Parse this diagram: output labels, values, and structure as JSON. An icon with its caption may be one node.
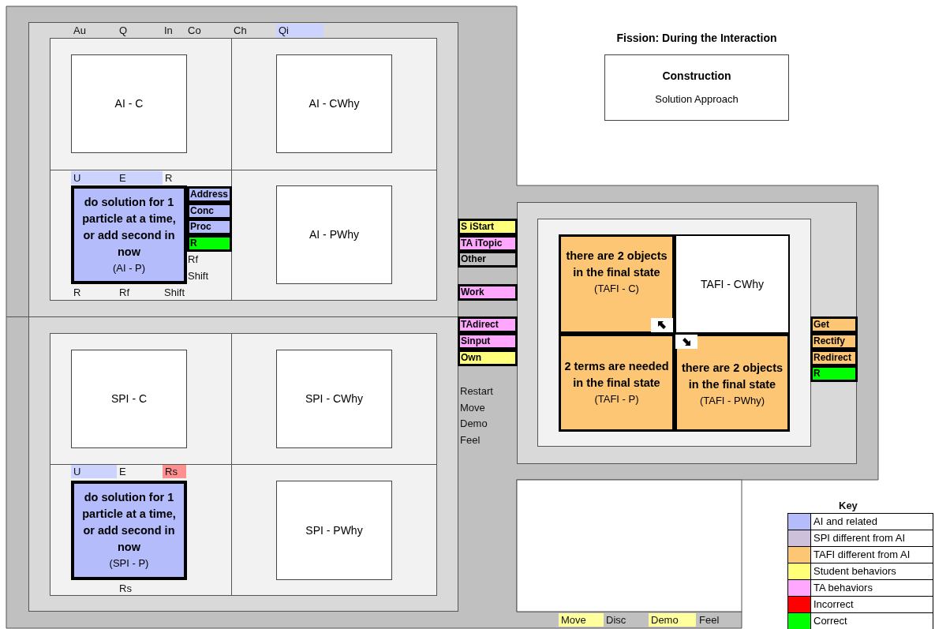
{
  "diagram": {
    "title": "Fission: During the Interaction",
    "nodes": [
      {
        "text": [
          "Construction",
          "Solution Approach"
        ]
      },
      {
        "text": [
          "AI - C"
        ]
      },
      {
        "text": [
          "AI - CWhy"
        ]
      },
      {
        "text": [
          "do solution for 1 particle at a time, or add second in now",
          "(AI - P)"
        ]
      },
      {
        "text": [
          "Address"
        ]
      },
      {
        "text": [
          "Conc"
        ]
      },
      {
        "text": [
          "Proc"
        ]
      },
      {
        "text": [
          "R"
        ]
      },
      {
        "text": [
          "AI - PWhy"
        ]
      },
      {
        "text": [
          "SPI - C"
        ]
      },
      {
        "text": [
          "SPI - CWhy"
        ]
      },
      {
        "text": [
          "do solution for 1 particle at a time, or add second in now",
          "(SPI - P)"
        ]
      },
      {
        "text": [
          "SPI - PWhy"
        ]
      },
      {
        "text": [
          "S iStart"
        ]
      },
      {
        "text": [
          "TA iTopic"
        ]
      },
      {
        "text": [
          "Other"
        ]
      },
      {
        "text": [
          "Work"
        ]
      },
      {
        "text": [
          "TAdirect"
        ]
      },
      {
        "text": [
          "Sinput"
        ]
      },
      {
        "text": [
          "Own"
        ]
      },
      {
        "text": [
          "there are 2 objects in the final state",
          "(TAFI - C)"
        ]
      },
      {
        "text": [
          "TAFI - CWhy"
        ]
      },
      {
        "text": [
          "2 terms are needed in the final state",
          "(TAFI - P)"
        ]
      },
      {
        "text": [
          "there are 2 objects in the final state",
          "(TAFI - PWhy)"
        ]
      },
      {
        "text": [
          "Get"
        ]
      },
      {
        "text": [
          "Rectify"
        ]
      },
      {
        "text": [
          "Redirect"
        ]
      },
      {
        "text": [
          "R"
        ]
      }
    ],
    "labels": [
      "Au",
      "Q",
      "In",
      "Co",
      "Ch",
      "Qi",
      "U",
      "E",
      "R",
      "Rf",
      "Shift",
      "R",
      "Rf",
      "Shift",
      "U",
      "E",
      "Rs",
      "Rs",
      "Restart",
      "Move",
      "Demo",
      "Feel",
      "Key",
      "Move",
      "Disc",
      "Demo",
      "Feel"
    ],
    "legend": [
      {
        "text": "AI and related",
        "color": "#b4bcfc"
      },
      {
        "text": "SPI different from AI",
        "color": "#ccc0da"
      },
      {
        "text": "TAFI different from AI",
        "color": "#fcc674"
      },
      {
        "text": "Student behaviors",
        "color": "#ffff7a"
      },
      {
        "text": "TA behaviors",
        "color": "#ffa6ff"
      },
      {
        "text": "Incorrect",
        "color": "#ff0000"
      },
      {
        "text": "Correct",
        "color": "#00ff00"
      }
    ]
  }
}
